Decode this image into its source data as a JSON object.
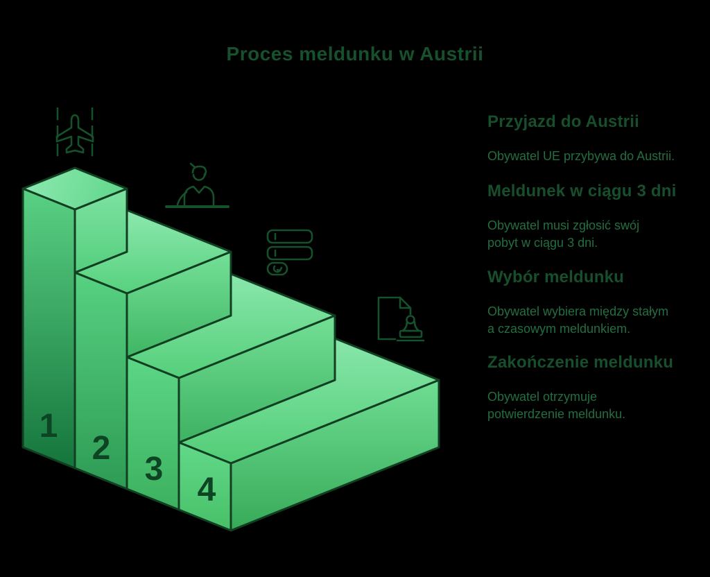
{
  "title": "Proces meldunku w Austrii",
  "steps": [
    {
      "number": "1",
      "title": "Przyjazd do Austrii",
      "icon": "airplane",
      "lines": [
        "Obywatel UE przybywa do Austrii."
      ]
    },
    {
      "number": "2",
      "title": "Meldunek w ciągu 3 dni",
      "icon": "reception-desk",
      "lines": [
        "Obywatel musi zgłosić swój",
        "pobyt w ciągu 3 dni."
      ]
    },
    {
      "number": "3",
      "title": "Wybór meldunku",
      "icon": "options-toggle",
      "lines": [
        "Obywatel wybiera między stałym",
        "a czasowym meldunkiem."
      ]
    },
    {
      "number": "4",
      "title": "Zakończenie meldunku",
      "icon": "stamped-document",
      "lines": [
        "Obywatel otrzymuje",
        "potwierdzenie meldunku."
      ]
    }
  ],
  "colors": {
    "background": "#000000",
    "outline": "#123e22",
    "heading_text": "#174f2d",
    "body_text": "#236e40",
    "step_number": "#0d4424",
    "green_light": "#8ce8ae",
    "green_mid": "#55d07c",
    "green_dark": "#187c41"
  }
}
